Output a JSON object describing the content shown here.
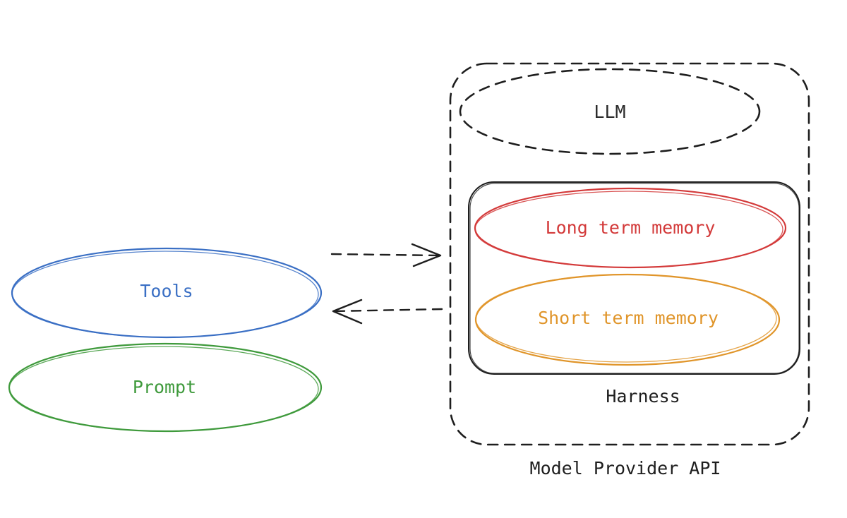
{
  "nodes": {
    "tools": {
      "label": "Tools",
      "color": "#3a6fc4"
    },
    "prompt": {
      "label": "Prompt",
      "color": "#3f9a3c"
    },
    "llm": {
      "label": "LLM",
      "color": "#2b2b2b"
    },
    "long_term_memory": {
      "label": "Long term memory",
      "color": "#d33a3a"
    },
    "short_term_memory": {
      "label": "Short term memory",
      "color": "#e0952a"
    }
  },
  "groups": {
    "harness": {
      "label": "Harness",
      "color": "#1e1e1e"
    },
    "model_provider_api": {
      "label": "Model Provider API",
      "color": "#1e1e1e"
    }
  },
  "edges": [
    {
      "from": "tools",
      "to": "model_provider_api",
      "style": "dashed"
    },
    {
      "from": "model_provider_api",
      "to": "tools",
      "style": "dashed"
    }
  ]
}
